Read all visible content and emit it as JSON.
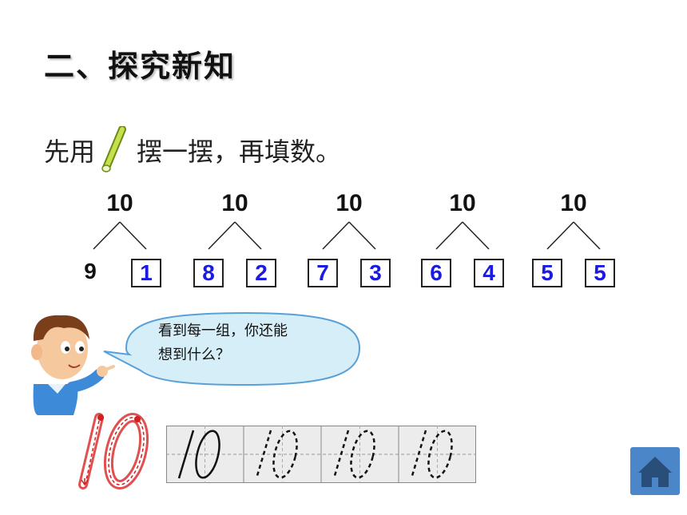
{
  "title": "二、探究新知",
  "instruction": {
    "before": "先用",
    "after": "摆一摆，再填数。",
    "stick_icon": "stick-icon"
  },
  "bonds": [
    {
      "total": "10",
      "left": "9",
      "right": "1",
      "left_boxed": false,
      "right_boxed": true
    },
    {
      "total": "10",
      "left": "8",
      "right": "2",
      "left_boxed": true,
      "right_boxed": true
    },
    {
      "total": "10",
      "left": "7",
      "right": "3",
      "left_boxed": true,
      "right_boxed": true
    },
    {
      "total": "10",
      "left": "6",
      "right": "4",
      "left_boxed": true,
      "right_boxed": true
    },
    {
      "total": "10",
      "left": "5",
      "right": "5",
      "left_boxed": true,
      "right_boxed": true
    }
  ],
  "speech_bubble": {
    "line1": "看到每一组，你还能",
    "line2": "想到什么？"
  },
  "colors": {
    "answer": "#1a1ae0",
    "bubble_fill": "#d6eef8",
    "bubble_stroke": "#5aa0d8",
    "home_button": "#4a86c8"
  },
  "icons": {
    "home": "home-icon",
    "boy": "boy-illustration",
    "tens_guide": "digit-10-stroke-guide-icon"
  }
}
